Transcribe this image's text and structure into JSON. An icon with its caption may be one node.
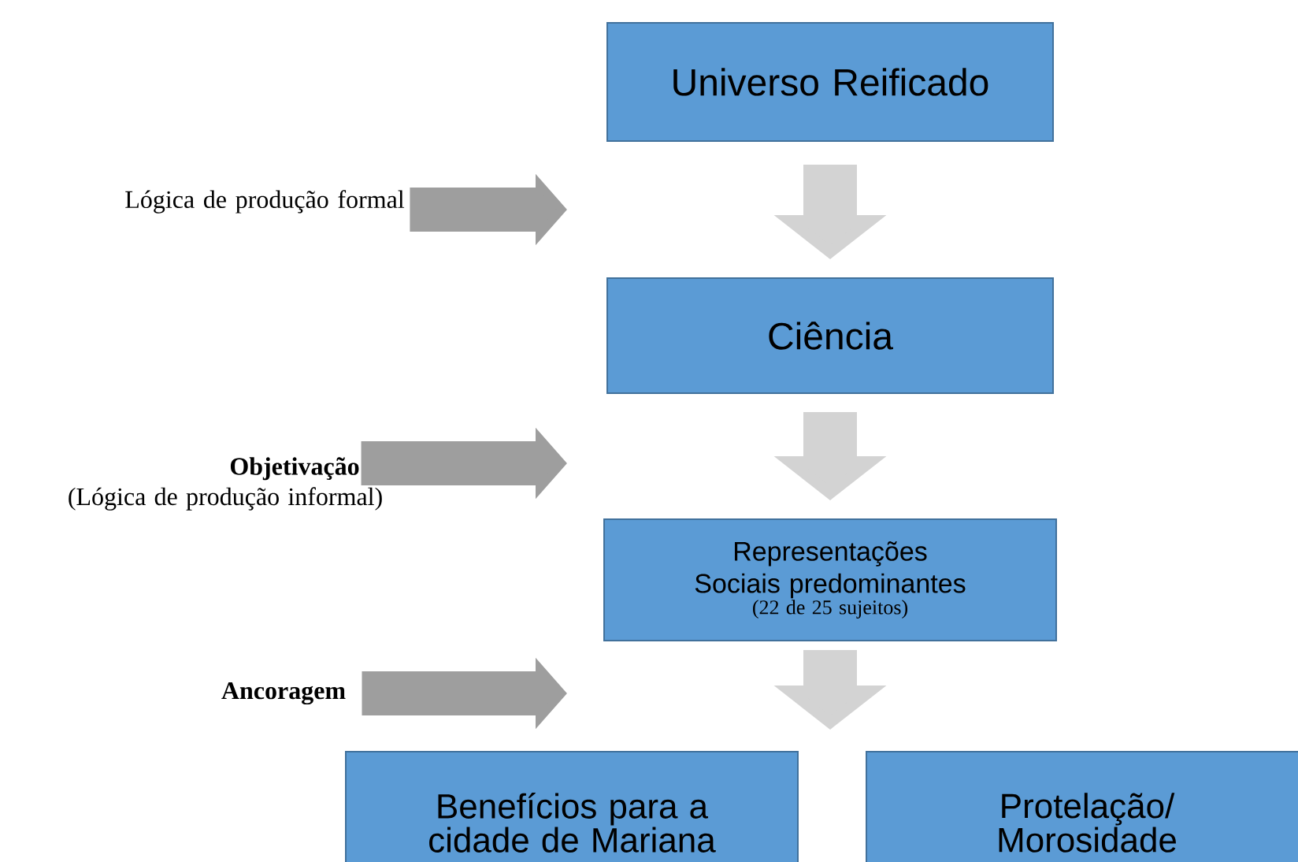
{
  "diagram": {
    "nodes": [
      {
        "text": [
          "Universo Reificado"
        ]
      },
      {
        "text": [
          "Lógica de produção formal"
        ]
      },
      {
        "text": [
          "Ciência"
        ]
      },
      {
        "text": [
          "Objetivação",
          "(Lógica de produção informal)"
        ]
      },
      {
        "text": [
          "Representações Sociais predominantes",
          "(22 de 25 sujeitos)"
        ]
      },
      {
        "text": [
          "Ancoragem"
        ]
      },
      {
        "text": [
          "Benefícios para a cidade de Mariana"
        ]
      },
      {
        "text": [
          "Protelação/ Morosidade"
        ]
      }
    ],
    "edges": [
      {
        "from": 0,
        "to": 2,
        "arrow": "to"
      },
      {
        "from": 2,
        "to": 4,
        "arrow": "to"
      },
      {
        "from": 4,
        "to": null,
        "arrow": "to"
      },
      {
        "from": 1,
        "to": null,
        "arrow": "to",
        "color": "#9e9e9e"
      },
      {
        "from": 3,
        "to": null,
        "arrow": "to",
        "color": "#9e9e9e"
      },
      {
        "from": 5,
        "to": null,
        "arrow": "to",
        "color": "#9e9e9e"
      }
    ]
  }
}
